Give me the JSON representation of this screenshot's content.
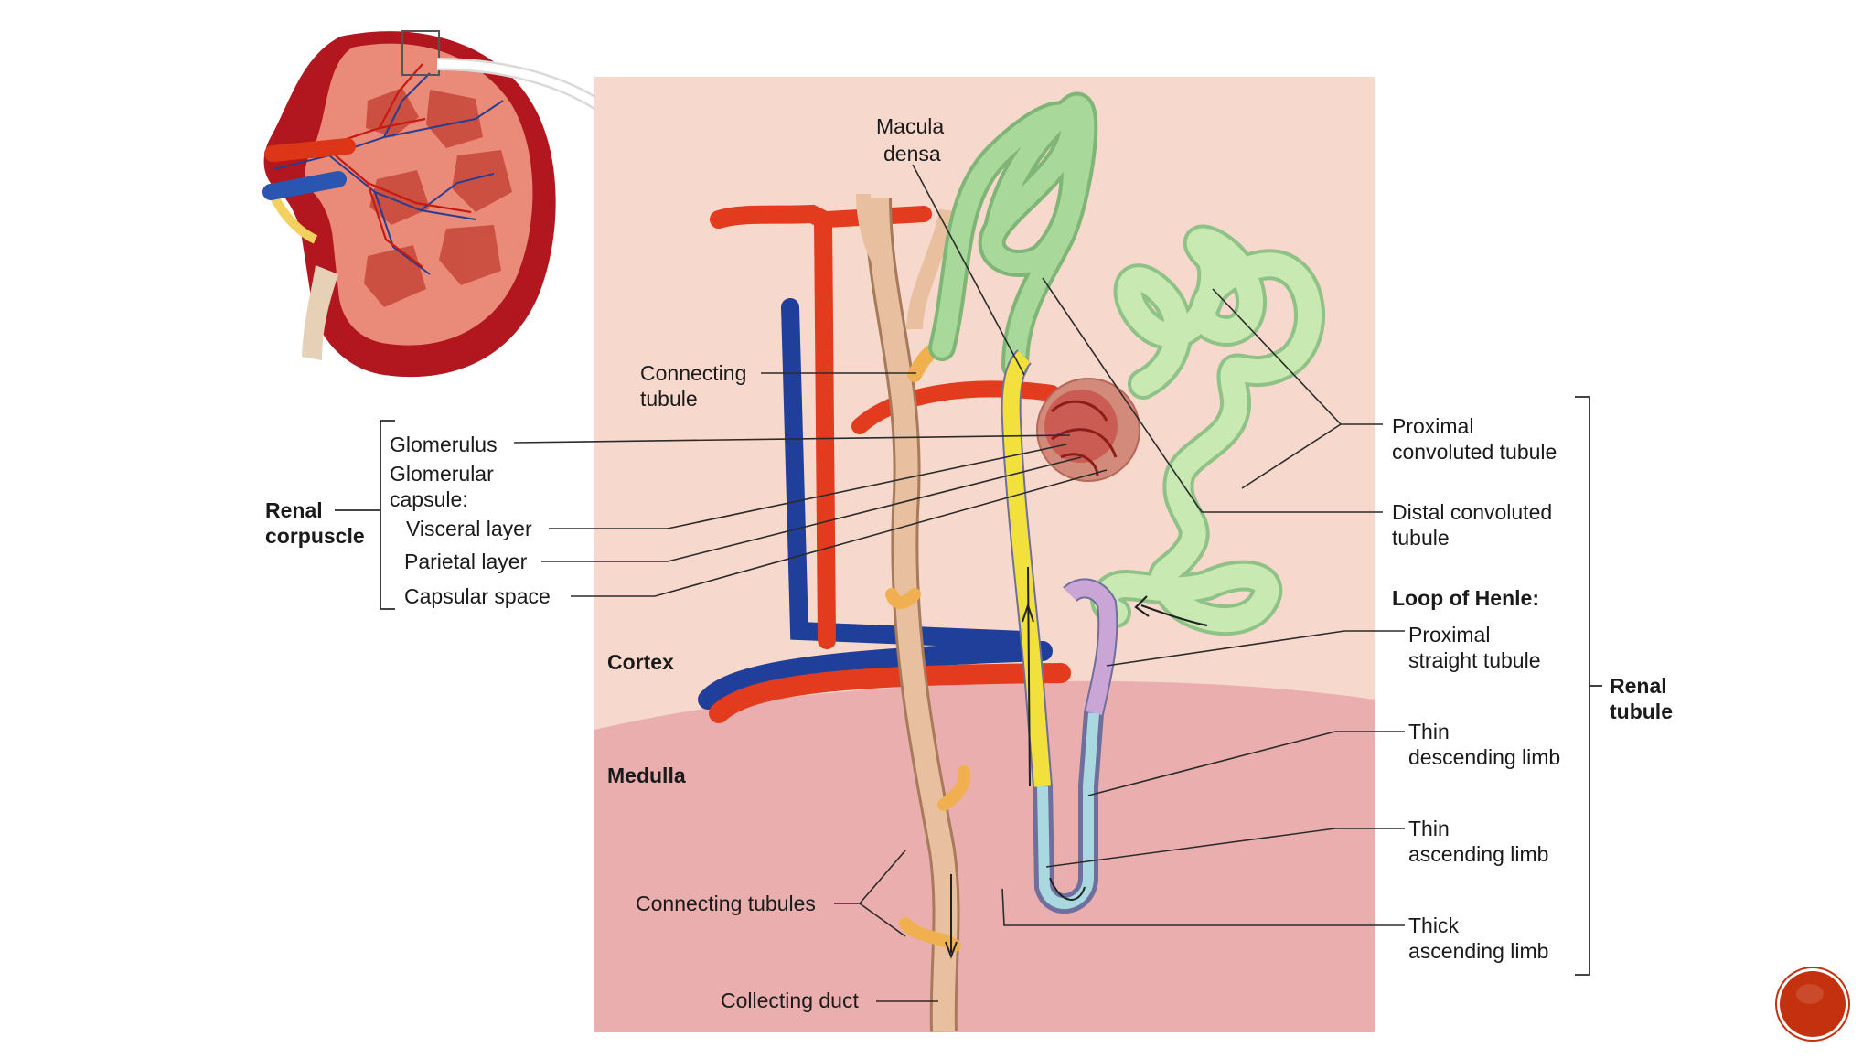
{
  "labels": {
    "macula_densa_1": "Macula",
    "macula_densa_2": "densa",
    "connecting_tubule_1": "Connecting",
    "connecting_tubule_2": "tubule",
    "glomerulus": "Glomerulus",
    "glomerular_capsule_1": "Glomerular",
    "glomerular_capsule_2": "capsule:",
    "visceral_layer": "Visceral layer",
    "parietal_layer": "Parietal layer",
    "capsular_space": "Capsular space",
    "renal_corpuscle_1": "Renal",
    "renal_corpuscle_2": "corpuscle",
    "cortex": "Cortex",
    "medulla": "Medulla",
    "connecting_tubules": "Connecting tubules",
    "collecting_duct": "Collecting duct",
    "pct_1": "Proximal",
    "pct_2": "convoluted tubule",
    "dct_1": "Distal convoluted",
    "dct_2": "tubule",
    "loop_of_henle": "Loop of Henle:",
    "pst_1": "Proximal",
    "pst_2": "straight tubule",
    "tdl_1": "Thin",
    "tdl_2": "descending limb",
    "tal_1": "Thin",
    "tal_2": "ascending limb",
    "thal_1": "Thick",
    "thal_2": "ascending limb",
    "renal_tubule_1": "Renal",
    "renal_tubule_2": "tubule"
  },
  "colors": {
    "artery": "#e23b1e",
    "vein": "#1f3f9a",
    "cortex_bg": "#f6d9cc",
    "medulla_bg": "#eaaeae",
    "proximal_tubule": "#a6d48f",
    "distal_tubule": "#8fc98a",
    "thick_ascending": "#f2e03c",
    "straight_tubule": "#c9a6d6",
    "thin_limb": "#a9d8e0",
    "collecting_duct": "#e8c0a0",
    "connecting": "#f0b050",
    "button": "#c3310f"
  },
  "icons": {
    "kidney": "kidney-cross-section-icon",
    "arrow": "curved-arrow-icon",
    "nav": "circle-button-icon"
  }
}
